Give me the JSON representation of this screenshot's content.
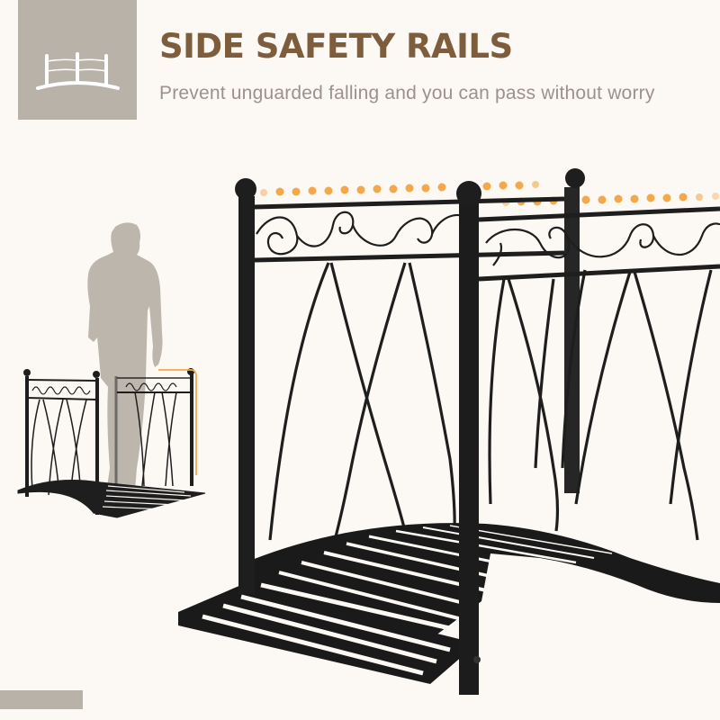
{
  "header": {
    "title": "SIDE SAFETY RAILS",
    "subtitle": "Prevent unguarded falling and you can pass without worry",
    "icon": "bridge-icon"
  },
  "colors": {
    "background": "#fcf8f3",
    "icon_box": "#b9b2a9",
    "title": "#7d5d3b",
    "subtitle": "#9c928a",
    "highlight_dots": "#f5a84a",
    "bridge_metal": "#1e1e1e",
    "silhouette": "#bdb6ad"
  },
  "illustration": {
    "main_subject": "black metal garden bridge with scroll-top side rails",
    "inset": "small bridge with person silhouette for scale",
    "highlight": "orange dotted line along top rail"
  }
}
